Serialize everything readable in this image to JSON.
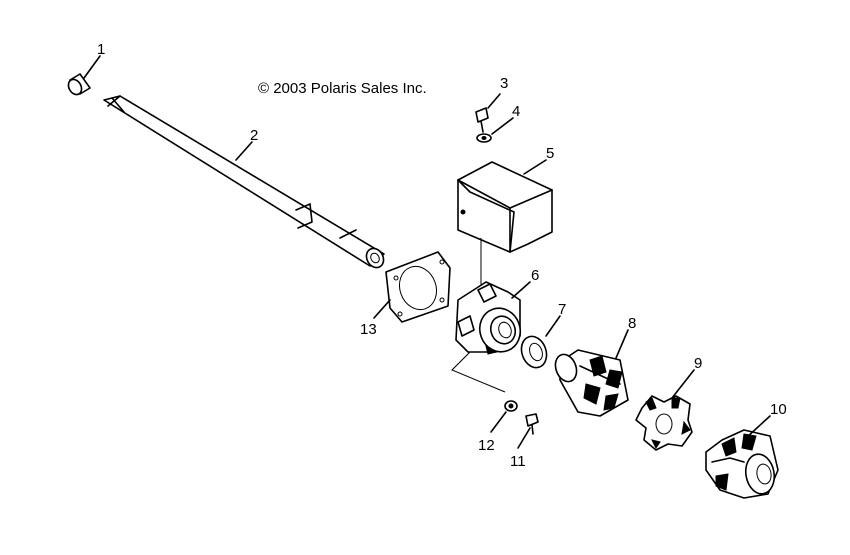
{
  "copyright": "© 2003 Polaris Sales Inc.",
  "callouts": {
    "c1": "1",
    "c2": "2",
    "c3": "3",
    "c4": "4",
    "c5": "5",
    "c6": "6",
    "c7": "7",
    "c8": "8",
    "c9": "9",
    "c10": "10",
    "c11": "11",
    "c12": "12",
    "c13": "13"
  }
}
